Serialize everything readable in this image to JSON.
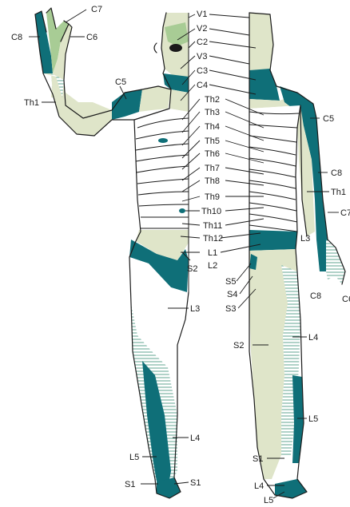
{
  "colors": {
    "teal": "#0f6f78",
    "light": "#dfe5c9",
    "midgreen": "#a8cc95",
    "stripe": "#4f9a86",
    "outline": "#1a1a1a"
  },
  "labels": {
    "V1": "V1",
    "V2": "V2",
    "V3": "V3",
    "C2": "C2",
    "C3": "C3",
    "C4": "C4",
    "C5": "C5",
    "C6": "C6",
    "C7": "C7",
    "C8": "C8",
    "Th1": "Th1",
    "Th2": "Th2",
    "Th3": "Th3",
    "Th4": "Th4",
    "Th5": "Th5",
    "Th6": "Th6",
    "Th7": "Th7",
    "Th8": "Th8",
    "Th9": "Th9",
    "Th10": "Th10",
    "Th11": "Th11",
    "Th12": "Th12",
    "L1": "L1",
    "L2": "L2",
    "L3": "L3",
    "L4": "L4",
    "L5": "L5",
    "S1": "S1",
    "S2": "S2",
    "S3": "S3",
    "S4": "S4",
    "S5": "S5"
  }
}
